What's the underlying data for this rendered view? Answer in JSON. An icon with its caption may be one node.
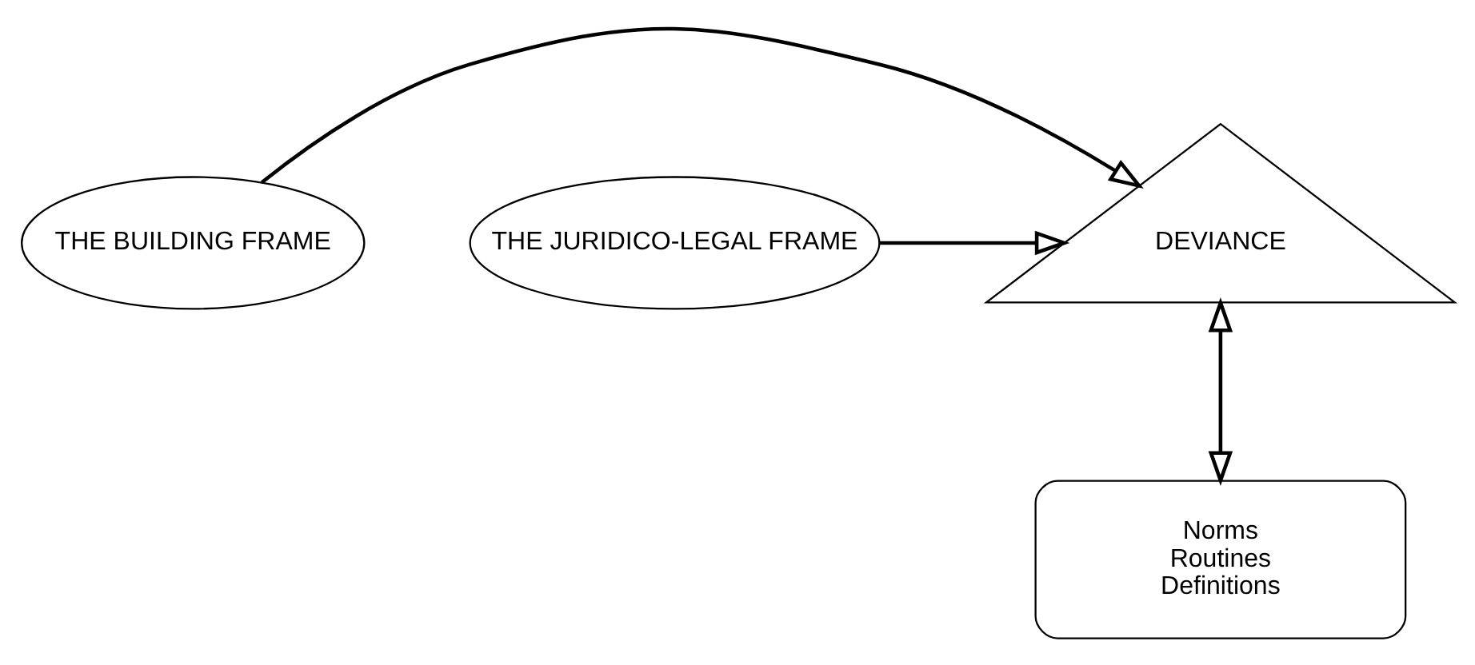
{
  "diagram": {
    "nodes": [
      {
        "text": [
          "THE BUILDING FRAME"
        ]
      },
      {
        "text": [
          "DEVIANCE"
        ]
      },
      {
        "text": [
          "THE JURIDICO-LEGAL FRAME"
        ]
      },
      {
        "text": [
          "Norms",
          "Routines",
          "Definitions"
        ]
      }
    ],
    "edges": [
      {
        "from": 0,
        "to": 1,
        "arrow": "to"
      },
      {
        "from": 2,
        "to": 1,
        "arrow": "to"
      },
      {
        "from": 1,
        "to": 3,
        "arrow": "both"
      }
    ]
  }
}
